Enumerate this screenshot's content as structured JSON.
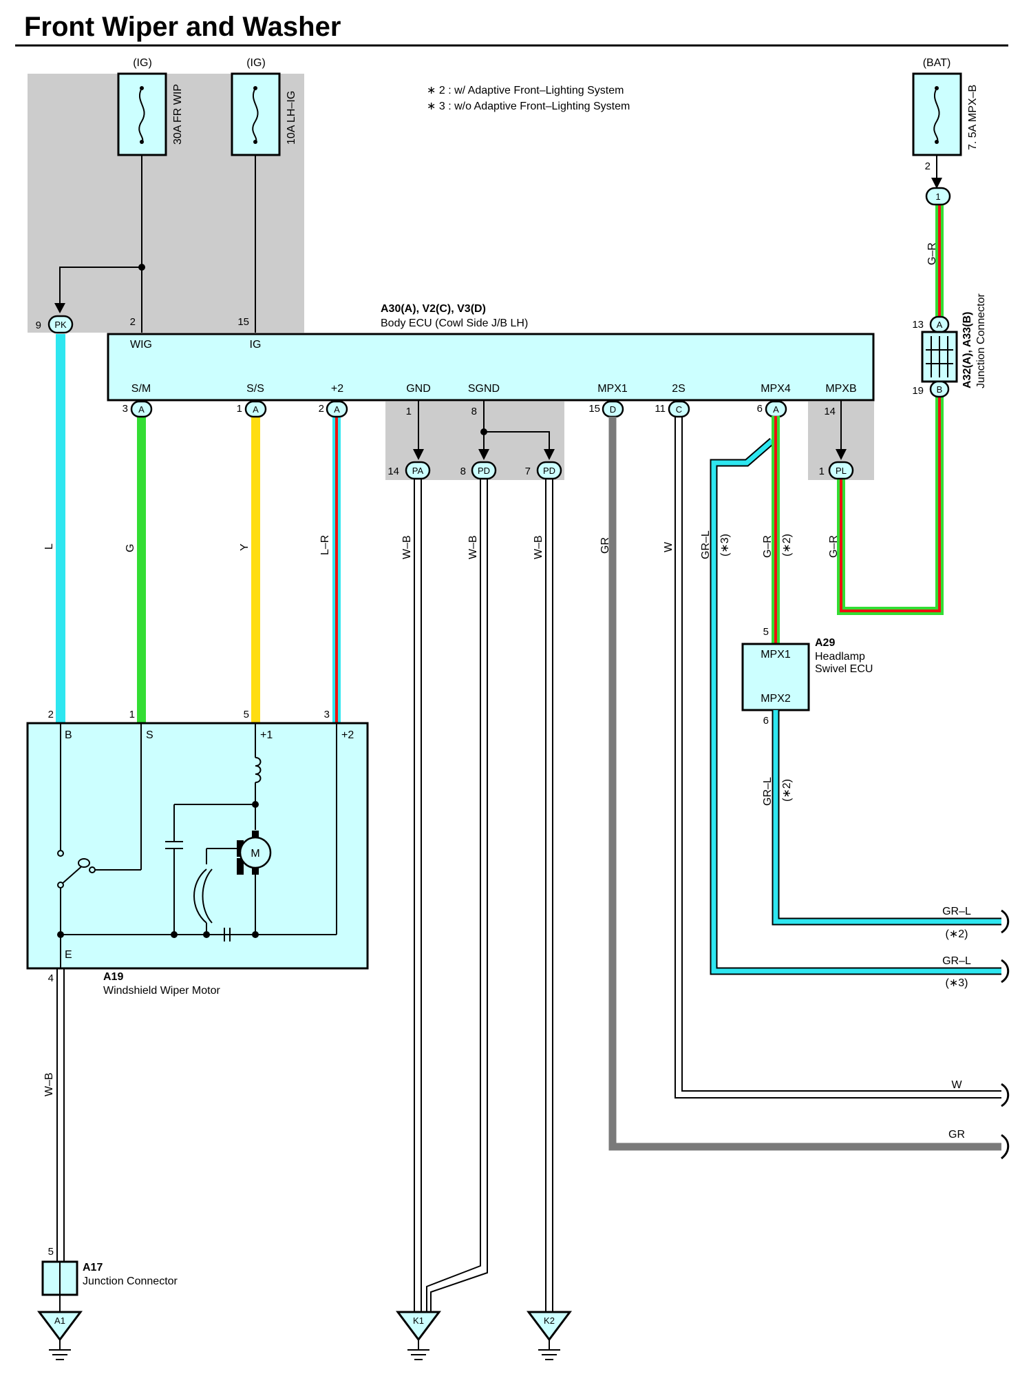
{
  "title": "Front Wiper and Washer",
  "notes": [
    "∗ 2 : w/ Adaptive Front–Lighting System",
    "∗ 3 : w/o Adaptive Front–Lighting System"
  ],
  "fuses": [
    {
      "supply": "(IG)",
      "label": "30A FR WIP",
      "pin": "2"
    },
    {
      "supply": "(IG)",
      "label": "10A LH–IG",
      "pin": "15"
    },
    {
      "supply": "(BAT)",
      "label": "7. 5A MPX–B",
      "pin": "2"
    }
  ],
  "body_ecu": {
    "code": "A30(A), V2(C), V3(D)",
    "name": "Body ECU (Cowl Side J/B LH)",
    "top_terminals": [
      {
        "pin": "2",
        "name": "WIG"
      },
      {
        "pin": "15",
        "name": "IG"
      }
    ],
    "bottom_terminals": [
      {
        "pin": "3",
        "conn": "A",
        "name": "S/M"
      },
      {
        "pin": "1",
        "conn": "A",
        "name": "S/S"
      },
      {
        "pin": "2",
        "conn": "A",
        "name": "+2"
      },
      {
        "pin": "1",
        "conn": "",
        "name": "GND"
      },
      {
        "pin": "8",
        "conn": "",
        "name": "SGND"
      },
      {
        "pin": "15",
        "conn": "D",
        "name": "MPX1"
      },
      {
        "pin": "11",
        "conn": "C",
        "name": "2S"
      },
      {
        "pin": "6",
        "conn": "A",
        "name": "MPX4"
      },
      {
        "pin": "14",
        "conn": "",
        "name": "MPXB"
      }
    ]
  },
  "connectors": {
    "pk": {
      "pin": "9",
      "code": "PK"
    },
    "pa": {
      "pin": "14",
      "code": "PA"
    },
    "pd1": {
      "pin": "8",
      "code": "PD"
    },
    "pd2": {
      "pin": "7",
      "code": "PD"
    },
    "pl": {
      "pin": "1",
      "code": "PL"
    },
    "bat_conn": {
      "code": "1"
    }
  },
  "wire_colors": {
    "L": "L",
    "G": "G",
    "Y": "Y",
    "LR": "L–R",
    "WB": "W–B",
    "GR": "GR",
    "W": "W",
    "GRL": "GR–L",
    "GRR": "G–R",
    "star2": "(∗2)",
    "star3": "(∗3)"
  },
  "junction_a32": {
    "code": "A32(A), A33(B)",
    "name": "Junction Connector",
    "top_pin": "13",
    "top_conn": "A",
    "bottom_pin": "19",
    "bottom_conn": "B"
  },
  "headlamp_ecu": {
    "code": "A29",
    "name_line1": "Headlamp",
    "name_line2": "Swivel ECU",
    "term1": "MPX1",
    "term2": "MPX2",
    "pin_in": "5",
    "pin_out": "6"
  },
  "wiper_motor": {
    "code": "A19",
    "name": "Windshield Wiper Motor",
    "terminals": [
      {
        "pin": "2",
        "name": "B"
      },
      {
        "pin": "1",
        "name": "S"
      },
      {
        "pin": "5",
        "name": "+1"
      },
      {
        "pin": "3",
        "name": "+2"
      }
    ],
    "ground_terminal": "E",
    "ground_pin": "4",
    "motor_symbol": "M"
  },
  "junction_a17": {
    "code": "A17",
    "name": "Junction Connector",
    "pin": "5"
  },
  "grounds": [
    "A1",
    "K1",
    "K2"
  ],
  "outputs": [
    {
      "color": "GR–L",
      "note": "(∗2)"
    },
    {
      "color": "GR–L",
      "note": "(∗3)"
    },
    {
      "color": "W",
      "note": ""
    },
    {
      "color": "GR",
      "note": ""
    }
  ],
  "colors": {
    "L": "#2ee6f0",
    "G": "#33dd33",
    "Y": "#ffdd11",
    "R": "#ee1111",
    "GR": "#7a7a7a",
    "shade": "#cccccc",
    "component_fill": "#ccffff"
  }
}
